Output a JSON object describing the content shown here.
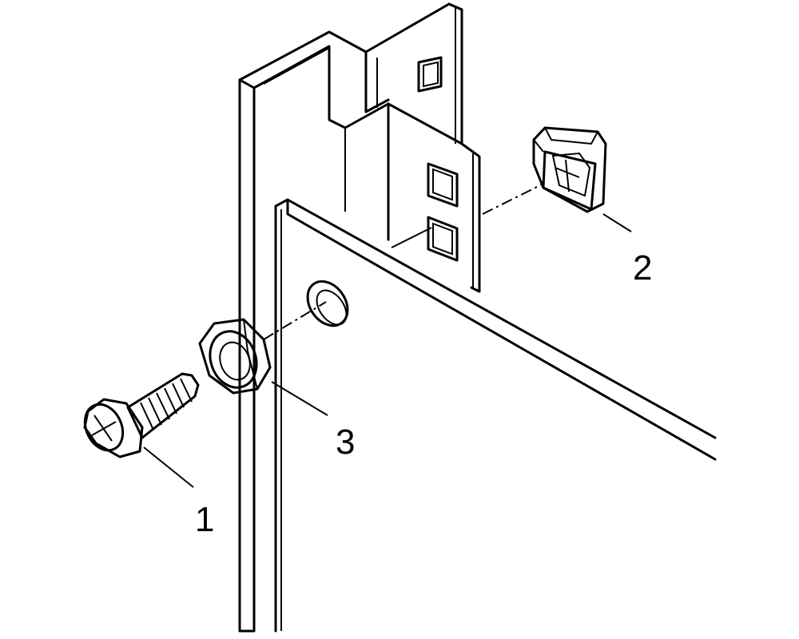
{
  "callouts": [
    {
      "id": "1",
      "label": "1",
      "part": "screw"
    },
    {
      "id": "2",
      "label": "2",
      "part": "cage-nut"
    },
    {
      "id": "3",
      "label": "3",
      "part": "washer"
    }
  ],
  "colors": {
    "stroke": "#000000",
    "part_fill": "#c8c8c8",
    "part_shadow": "#8c8c8c",
    "background": "#ffffff"
  }
}
